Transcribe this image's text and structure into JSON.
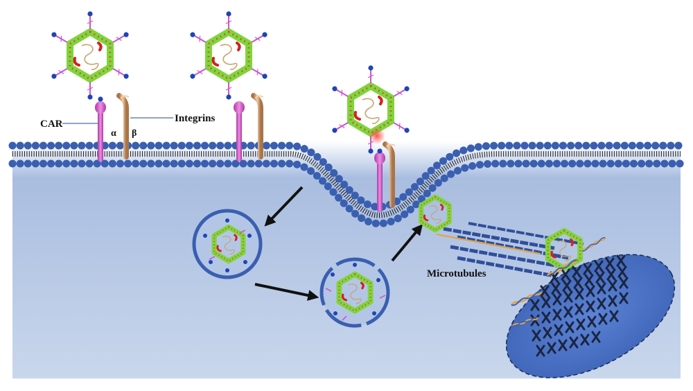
{
  "labels": {
    "car": "CAR",
    "integrins": "Integrins",
    "alpha": "α",
    "beta": "β",
    "microtubules": "Microtubules"
  },
  "colors": {
    "cytoplasm_top": "#b7c8e4",
    "cytoplasm_bottom": "#c7d5ea",
    "membrane_head": "#3a5fb0",
    "capsid_green": "#7ed63a",
    "capsid_dots": "#e23c3c",
    "fiber": "#cc55cc",
    "knob": "#1f45b5",
    "car_receptor": "#d35fc7",
    "integrin": "#d9a77a",
    "nucleus": "#4c74c8",
    "microtubule": "#2f4f9a",
    "arrow": "#111111"
  },
  "icons": [
    "virus-capsid-icon",
    "car-receptor-icon",
    "integrin-icon",
    "endosome-icon",
    "microtubule-icon",
    "nucleus-icon",
    "dna-helix-icon",
    "chromosome-icon"
  ]
}
